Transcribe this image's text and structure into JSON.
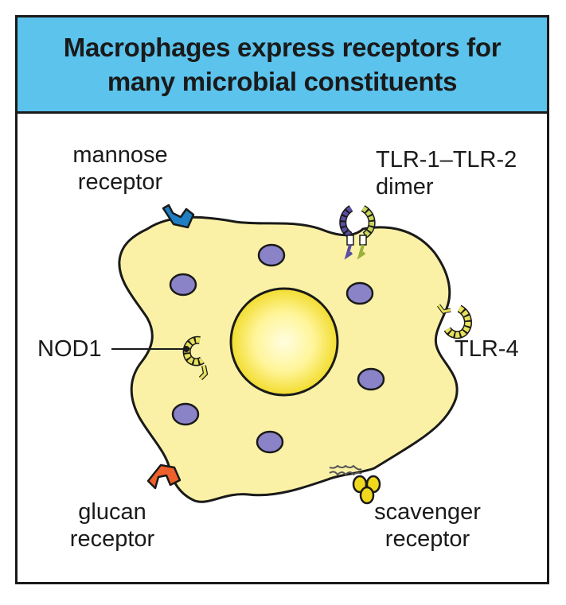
{
  "title": {
    "line1": "Macrophages express receptors for",
    "line2": "many microbial constituents"
  },
  "labels": {
    "mannose": [
      "mannose",
      "receptor"
    ],
    "tlr12": [
      "TLR-1–TLR-2",
      "dimer"
    ],
    "nod1": "NOD1",
    "tlr4": "TLR-4",
    "glucan": [
      "glucan",
      "receptor"
    ],
    "scavenger": [
      "scavenger",
      "receptor"
    ]
  },
  "colors": {
    "header": "#5bc3ec",
    "cell": "#fbf1a6",
    "nucleus_center": "#fffde0",
    "nucleus_edge": "#f5e23a",
    "granule": "#8a83c8",
    "mannose_receptor": "#1f7fc2",
    "glucan_receptor": "#f0602a",
    "tlr": "#e8e25a",
    "tlr_partner": "#5a4fa0"
  }
}
